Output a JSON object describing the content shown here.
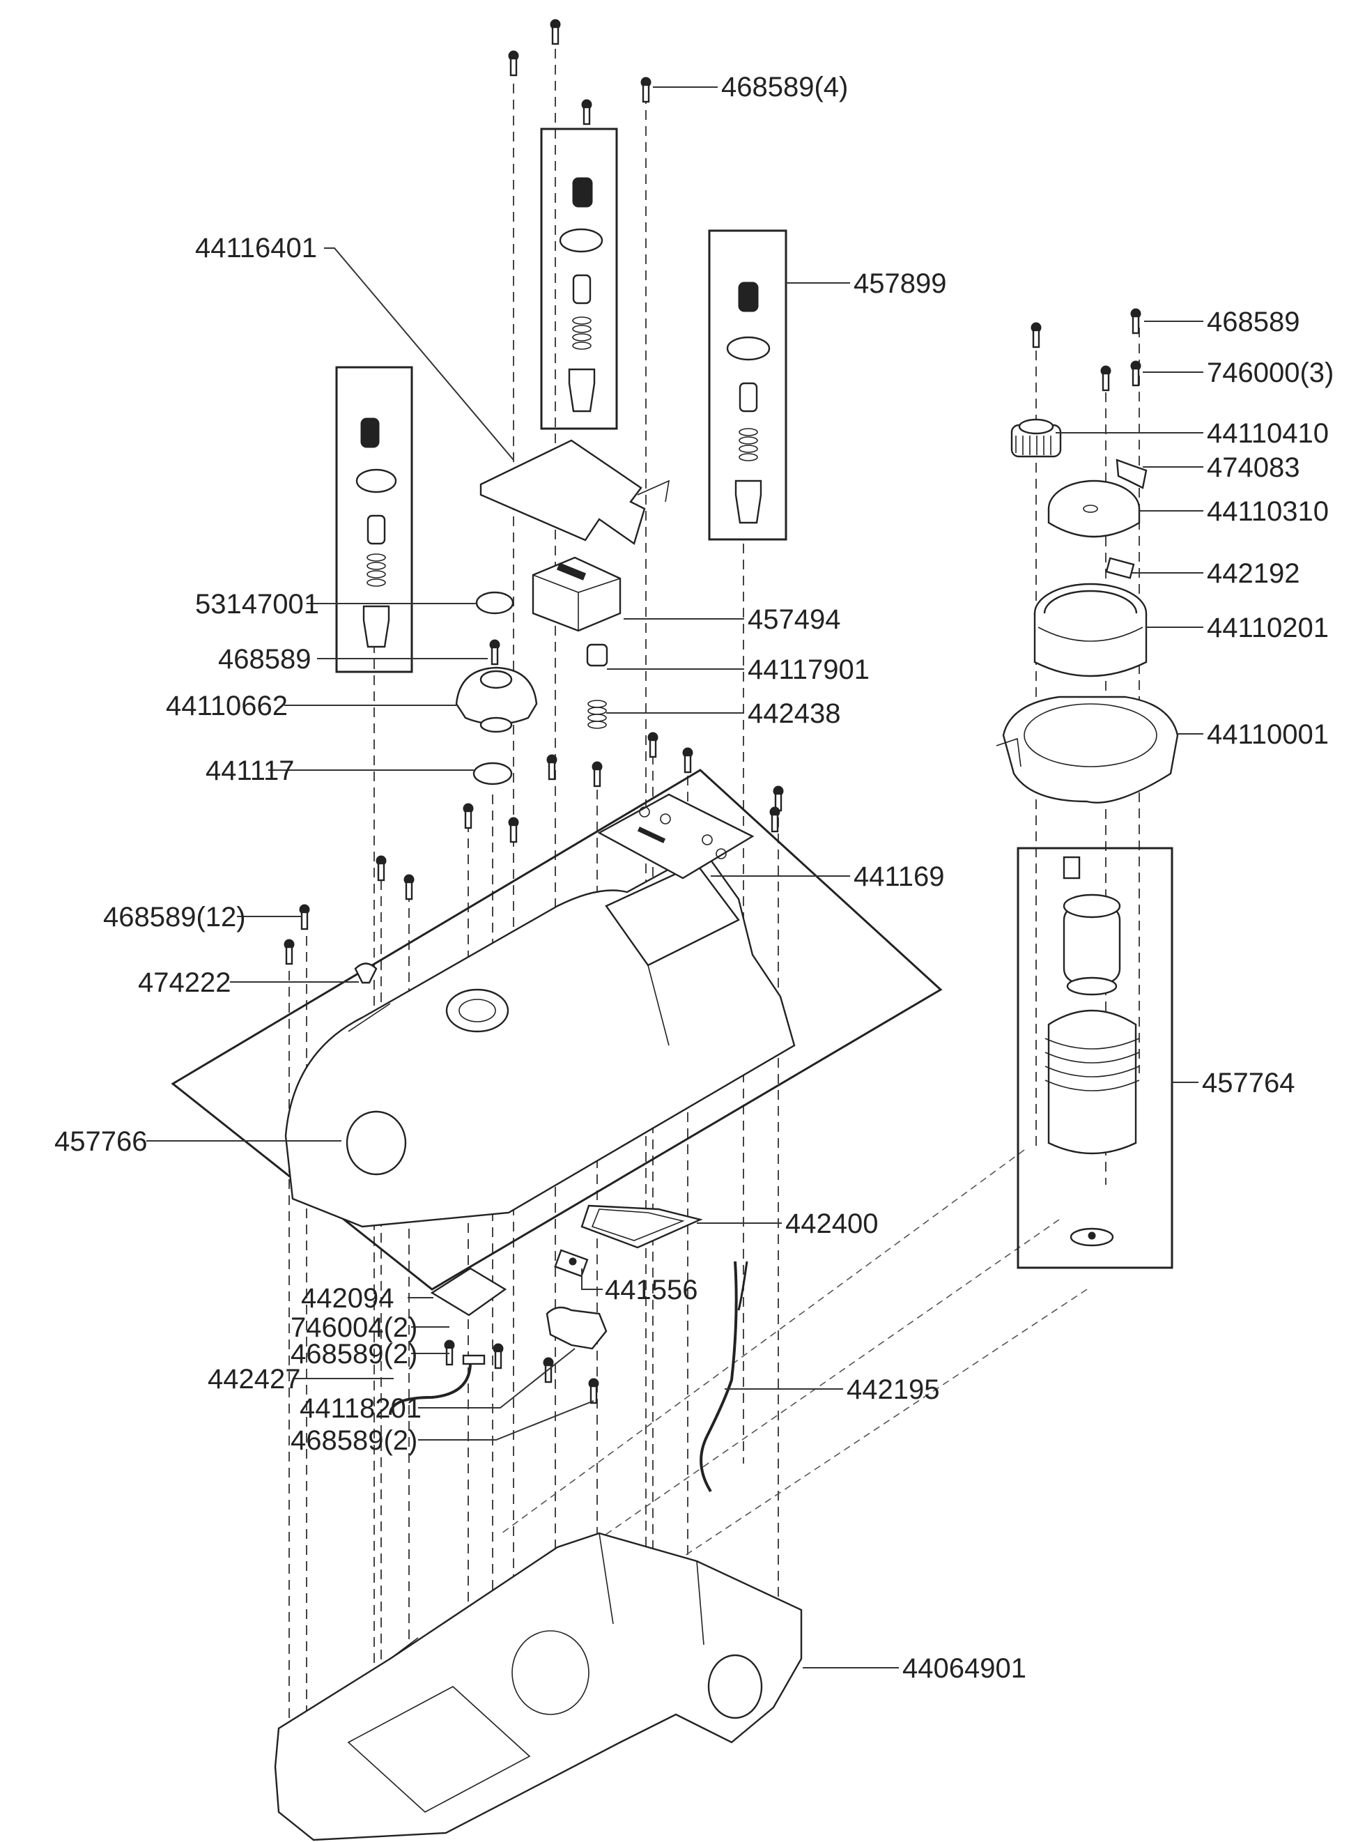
{
  "title": "Exploded parts diagram",
  "labels": {
    "p468589_4": "468589(4)",
    "p44116401": "44116401",
    "p457899": "457899",
    "p468589_r": "468589",
    "p746000_3": "746000(3)",
    "p44110410": "44110410",
    "p474083": "474083",
    "p44110310": "44110310",
    "p442192": "442192",
    "p44110201": "44110201",
    "p44110001": "44110001",
    "p53147001": "53147001",
    "p468589_l": "468589",
    "p457494": "457494",
    "p44117901": "44117901",
    "p44110662": "44110662",
    "p442438": "442438",
    "p441117": "441117",
    "p441169": "441169",
    "p468589_12": "468589(12)",
    "p474222": "474222",
    "p457764": "457764",
    "p457766": "457766",
    "p442400": "442400",
    "p442094": "442094",
    "p441556": "441556",
    "p746004_2": "746004(2)",
    "p468589_2a": "468589(2)",
    "p442427": "442427",
    "p44118201": "44118201",
    "p442195": "442195",
    "p468589_2b": "468589(2)",
    "p44064901": "44064901"
  },
  "part_groups": [
    {
      "id": "457899",
      "description": "boxed sub-assembly (upper center-right)"
    },
    {
      "id": "457764",
      "description": "boxed motor sub-assembly (right)"
    },
    {
      "id": "457766",
      "description": "top housing outlined by frame"
    }
  ]
}
